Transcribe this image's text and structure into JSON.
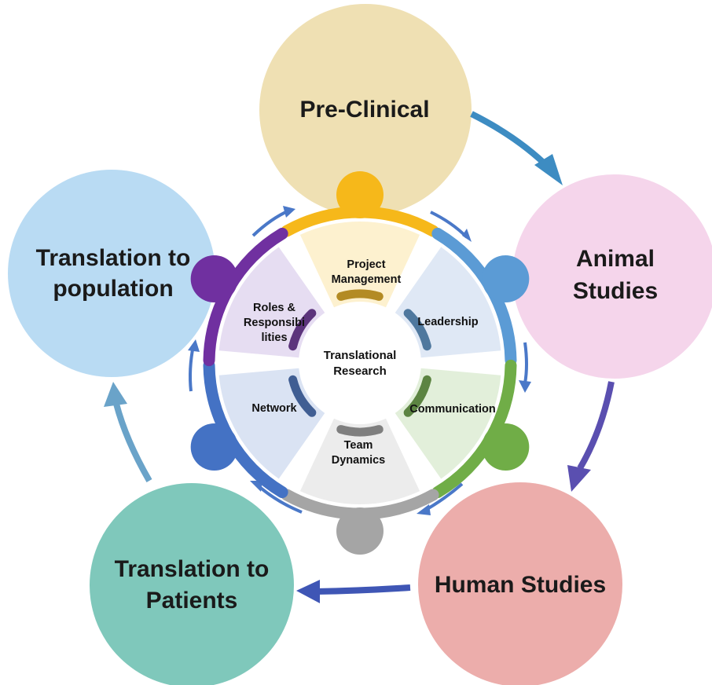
{
  "center": {
    "line1": "Translational",
    "line2": "Research"
  },
  "stages": [
    {
      "id": "pre-clinical",
      "lines": [
        "Pre-Clinical"
      ],
      "color": "#efe0b3"
    },
    {
      "id": "animal-studies",
      "lines": [
        "Animal",
        "Studies"
      ],
      "color": "#f5d5eb"
    },
    {
      "id": "human-studies",
      "lines": [
        "Human Studies"
      ],
      "color": "#ecadab"
    },
    {
      "id": "translation-to-patients",
      "lines": [
        "Translation to",
        "Patients"
      ],
      "color": "#7fc8bb"
    },
    {
      "id": "translation-to-population",
      "lines": [
        "Translation to",
        "population"
      ],
      "color": "#b9dbf3"
    }
  ],
  "competencies": [
    {
      "id": "project-management",
      "lines": [
        "Project",
        "Management"
      ],
      "color": "#f6b81a",
      "fill": "#fdf1cf"
    },
    {
      "id": "leadership",
      "lines": [
        "Leadership"
      ],
      "color": "#5b9bd5",
      "fill": "#dfe8f5"
    },
    {
      "id": "communication",
      "lines": [
        "Communication"
      ],
      "color": "#70ad47",
      "fill": "#e2efda"
    },
    {
      "id": "team-dynamics",
      "lines": [
        "Team",
        "Dynamics"
      ],
      "color": "#a5a5a5",
      "fill": "#ececec"
    },
    {
      "id": "network",
      "lines": [
        "Network"
      ],
      "color": "#4472c4",
      "fill": "#dae3f3"
    },
    {
      "id": "roles-responsibilities",
      "lines": [
        "Roles &",
        "Responsibi",
        "lities"
      ],
      "color": "#7030a0",
      "fill": "#e6ddf2"
    }
  ],
  "colors": {
    "outer_arrow_1": "#3d8cc2",
    "outer_arrow_2": "#5a4fb0",
    "outer_arrow_3": "#3f56b5",
    "outer_arrow_4": "#6aa3c9",
    "inner_arrows": "#4a78c8"
  }
}
